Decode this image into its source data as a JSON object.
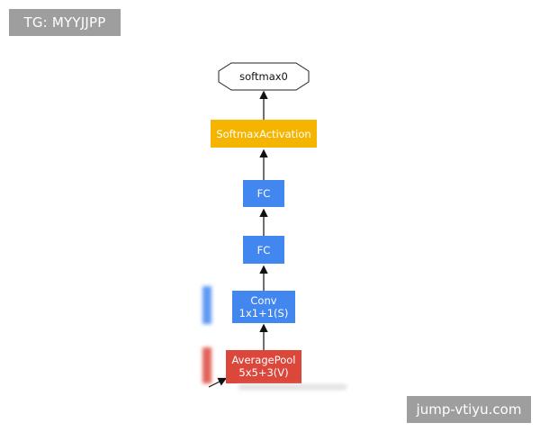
{
  "tag_label": "TG: MYYJJPP",
  "watermark_label": "jump-vtiyu.com",
  "colors": {
    "blue": "#4286f0",
    "yellow": "#f5b400",
    "red": "#dc473b",
    "output_border": "#222222",
    "edge": "#111111"
  },
  "nodes": {
    "softmax0": "softmax0",
    "softmax_activation": "SoftmaxActivation",
    "fc_top": "FC",
    "fc_bottom": "FC",
    "conv_line1": "Conv",
    "conv_line2": "1x1+1(S)",
    "pool_line1": "AveragePool",
    "pool_line2": "5x5+3(V)"
  }
}
